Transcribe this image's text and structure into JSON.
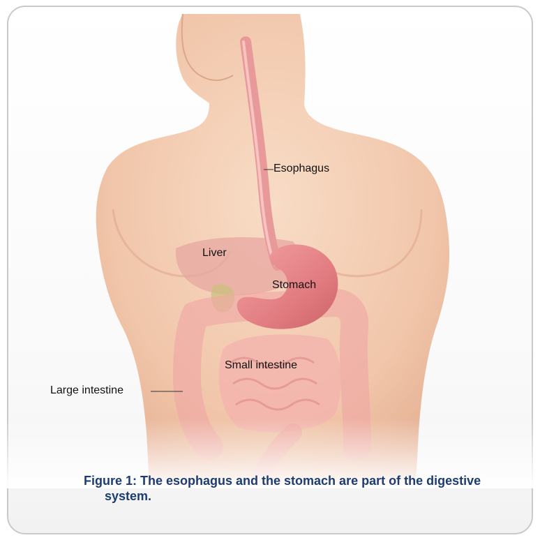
{
  "figure": {
    "labels": {
      "esophagus": "Esophagus",
      "liver": "Liver",
      "stomach": "Stomach",
      "small_intestine": "Small intestine",
      "large_intestine": "Large intestine"
    },
    "caption": {
      "line1": "Figure 1: The esophagus and the stomach are part of the digestive",
      "line2": "system."
    }
  },
  "colors": {
    "skin": "#f3cdb3",
    "organ": "#e8848a",
    "caption": "#1c3d73",
    "frame_border": "#c9c9c9"
  }
}
